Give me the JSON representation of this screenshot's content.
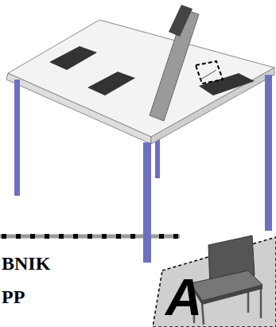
{
  "diagram": {
    "nodes": [
      {
        "text": [
          "A"
        ]
      }
    ],
    "labels": [
      "BNIK",
      "PP"
    ]
  }
}
